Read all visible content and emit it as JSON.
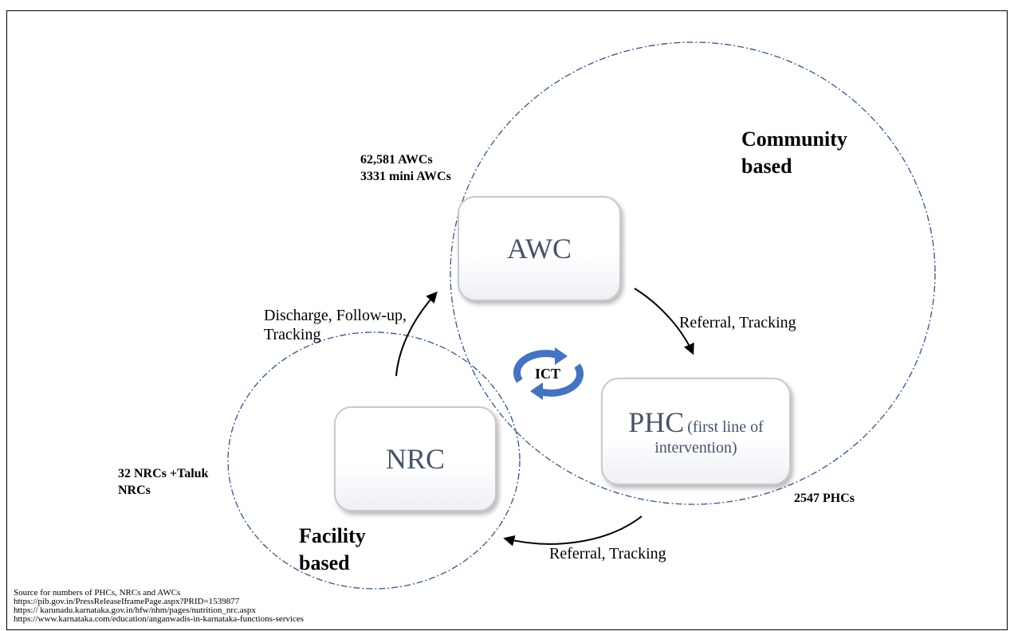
{
  "nodes": {
    "awc": {
      "label": "AWC"
    },
    "phc": {
      "label": "PHC",
      "detail": "(first line of",
      "detail_line2": "intervention)"
    },
    "nrc": {
      "label": "NRC"
    }
  },
  "regions": {
    "community": {
      "line1": "Community",
      "line2": "based"
    },
    "facility": {
      "line1": "Facility",
      "line2": "based"
    }
  },
  "counts": {
    "awc_line1": "62,581 AWCs",
    "awc_line2": "3331 mini AWCs",
    "phc": "2547 PHCs",
    "nrc_line1": "32 NRCs +Taluk",
    "nrc_line2": "NRCs"
  },
  "edges": {
    "nrc_to_awc_line1": "Discharge, Follow-up,",
    "nrc_to_awc_line2": "Tracking",
    "awc_to_phc": "Referral, Tracking",
    "phc_to_nrc": "Referral, Tracking"
  },
  "center": {
    "label": "ICT",
    "icon": "cycle-arrows-icon"
  },
  "sources": {
    "line1": "Source for numbers of  PHCs, NRCs and AWCs",
    "line2": "https://pib.gov.in/PressReleaseIframePage.aspx?PRID=1539877",
    "line3": "https:// karunadu.karnataka.gov.in/hfw/nhm/pages/nutrition_nrc.aspx",
    "line4": "https://www.karnataka.com/education/anganwadis-in-karnataka-functions-services"
  },
  "colors": {
    "region_border": "#2e5597",
    "node_text": "#44546a",
    "ict_arrows": "#4472c4"
  }
}
